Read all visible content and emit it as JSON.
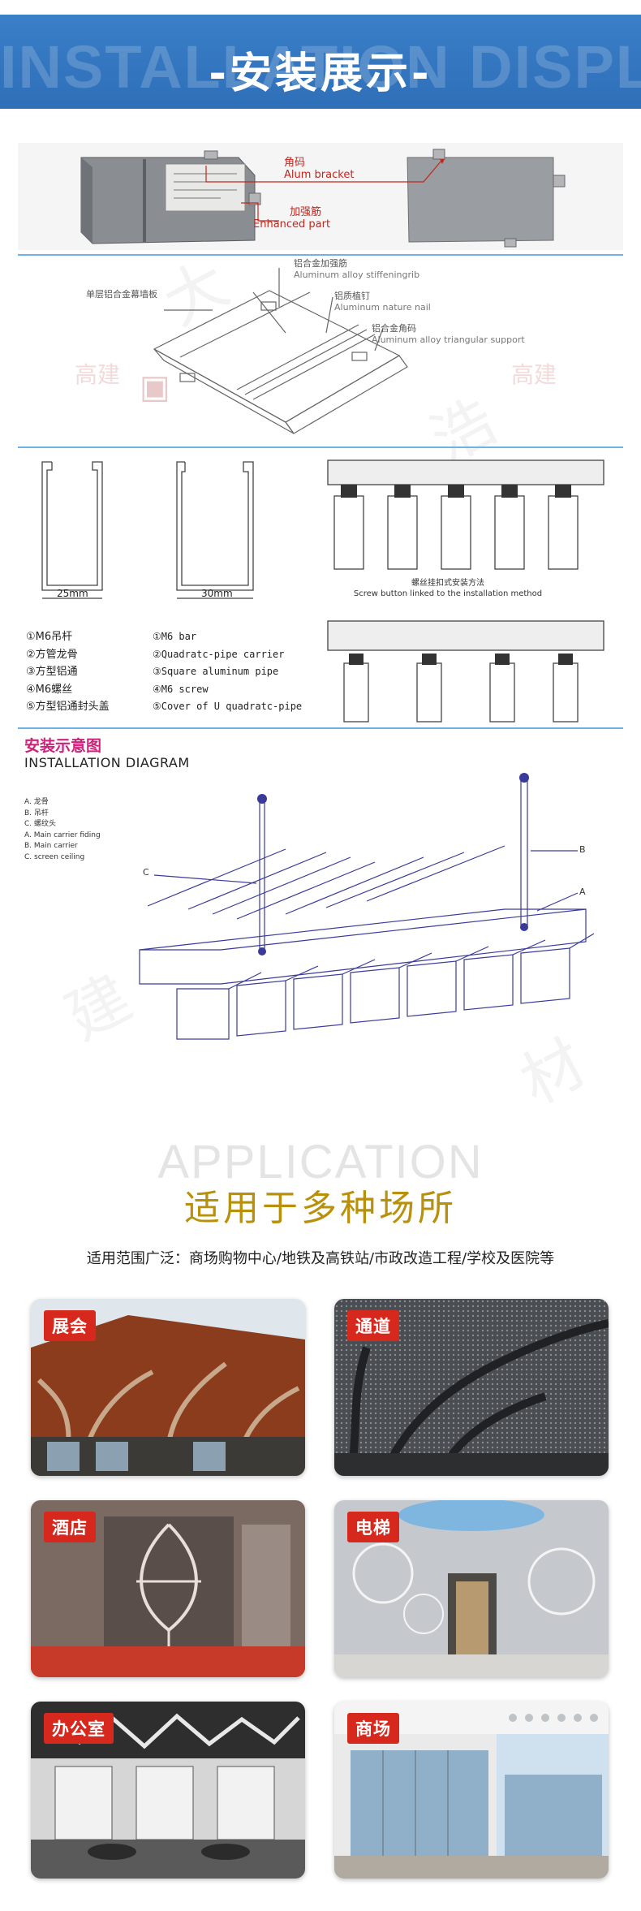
{
  "header": {
    "title": "-安装展示-",
    "background_text": "INSTALLATION DISPLAY"
  },
  "panel": {
    "label_bracket_cn": "角码",
    "label_bracket_en": "Alum bracket",
    "label_enhanced_cn": "加强筋",
    "label_enhanced_en": "Enhanced part"
  },
  "exploded": {
    "single_panel": "单层铝合金幕墙板",
    "rib_cn": "铝合金加强筋",
    "rib_en": "Aluminum alloy stiffeningrib",
    "nail_cn": "铝质植钉",
    "nail_en": "Aluminum nature nail",
    "corner_cn": "铝合金角码",
    "corner_en": "Aluminum alloy triangular support",
    "watermark": "高建"
  },
  "profiles": {
    "dim_left": "25mm",
    "dim_right": "30mm",
    "screw_caption_cn": "螺丝挂扣式安装方法",
    "screw_caption_en": "Screw button linked to the installation method"
  },
  "legend": {
    "cn": [
      "①M6吊杆",
      "②方管龙骨",
      "③方型铝通",
      "④M6螺丝",
      "⑤方型铝通封头盖"
    ],
    "en": [
      "①M6  bar",
      "②Quadratc-pipe carrier",
      "③Square aluminum pipe",
      "④M6 screw",
      "⑤Cover of U quadratc-pipe"
    ]
  },
  "diagram": {
    "title_cn": "安装示意图",
    "title_en": "INSTALLATION DIAGRAM",
    "key": [
      "A. 龙骨",
      "B. 吊杆",
      "C. 螺纹头",
      "A. Main carrier fiding",
      "B. Main carrier",
      "C. screen ceiling"
    ],
    "callouts": [
      "C",
      "B",
      "A"
    ]
  },
  "application": {
    "ghost": "APPLICATION",
    "title": "适用于多种场所",
    "range": "适用范围广泛：商场购物中心/地铁及高铁站/市政改造工程/学校及医院等",
    "cards": [
      {
        "tag": "展会"
      },
      {
        "tag": "通道"
      },
      {
        "tag": "酒店"
      },
      {
        "tag": "电梯"
      },
      {
        "tag": "办公室"
      },
      {
        "tag": "商场"
      }
    ]
  },
  "colors": {
    "banner": "#2e6fb8",
    "annotation_red": "#c0271f",
    "diagram_title": "#d0217a",
    "app_title_gold": "#b9900b",
    "tag_red": "#d7281d"
  }
}
